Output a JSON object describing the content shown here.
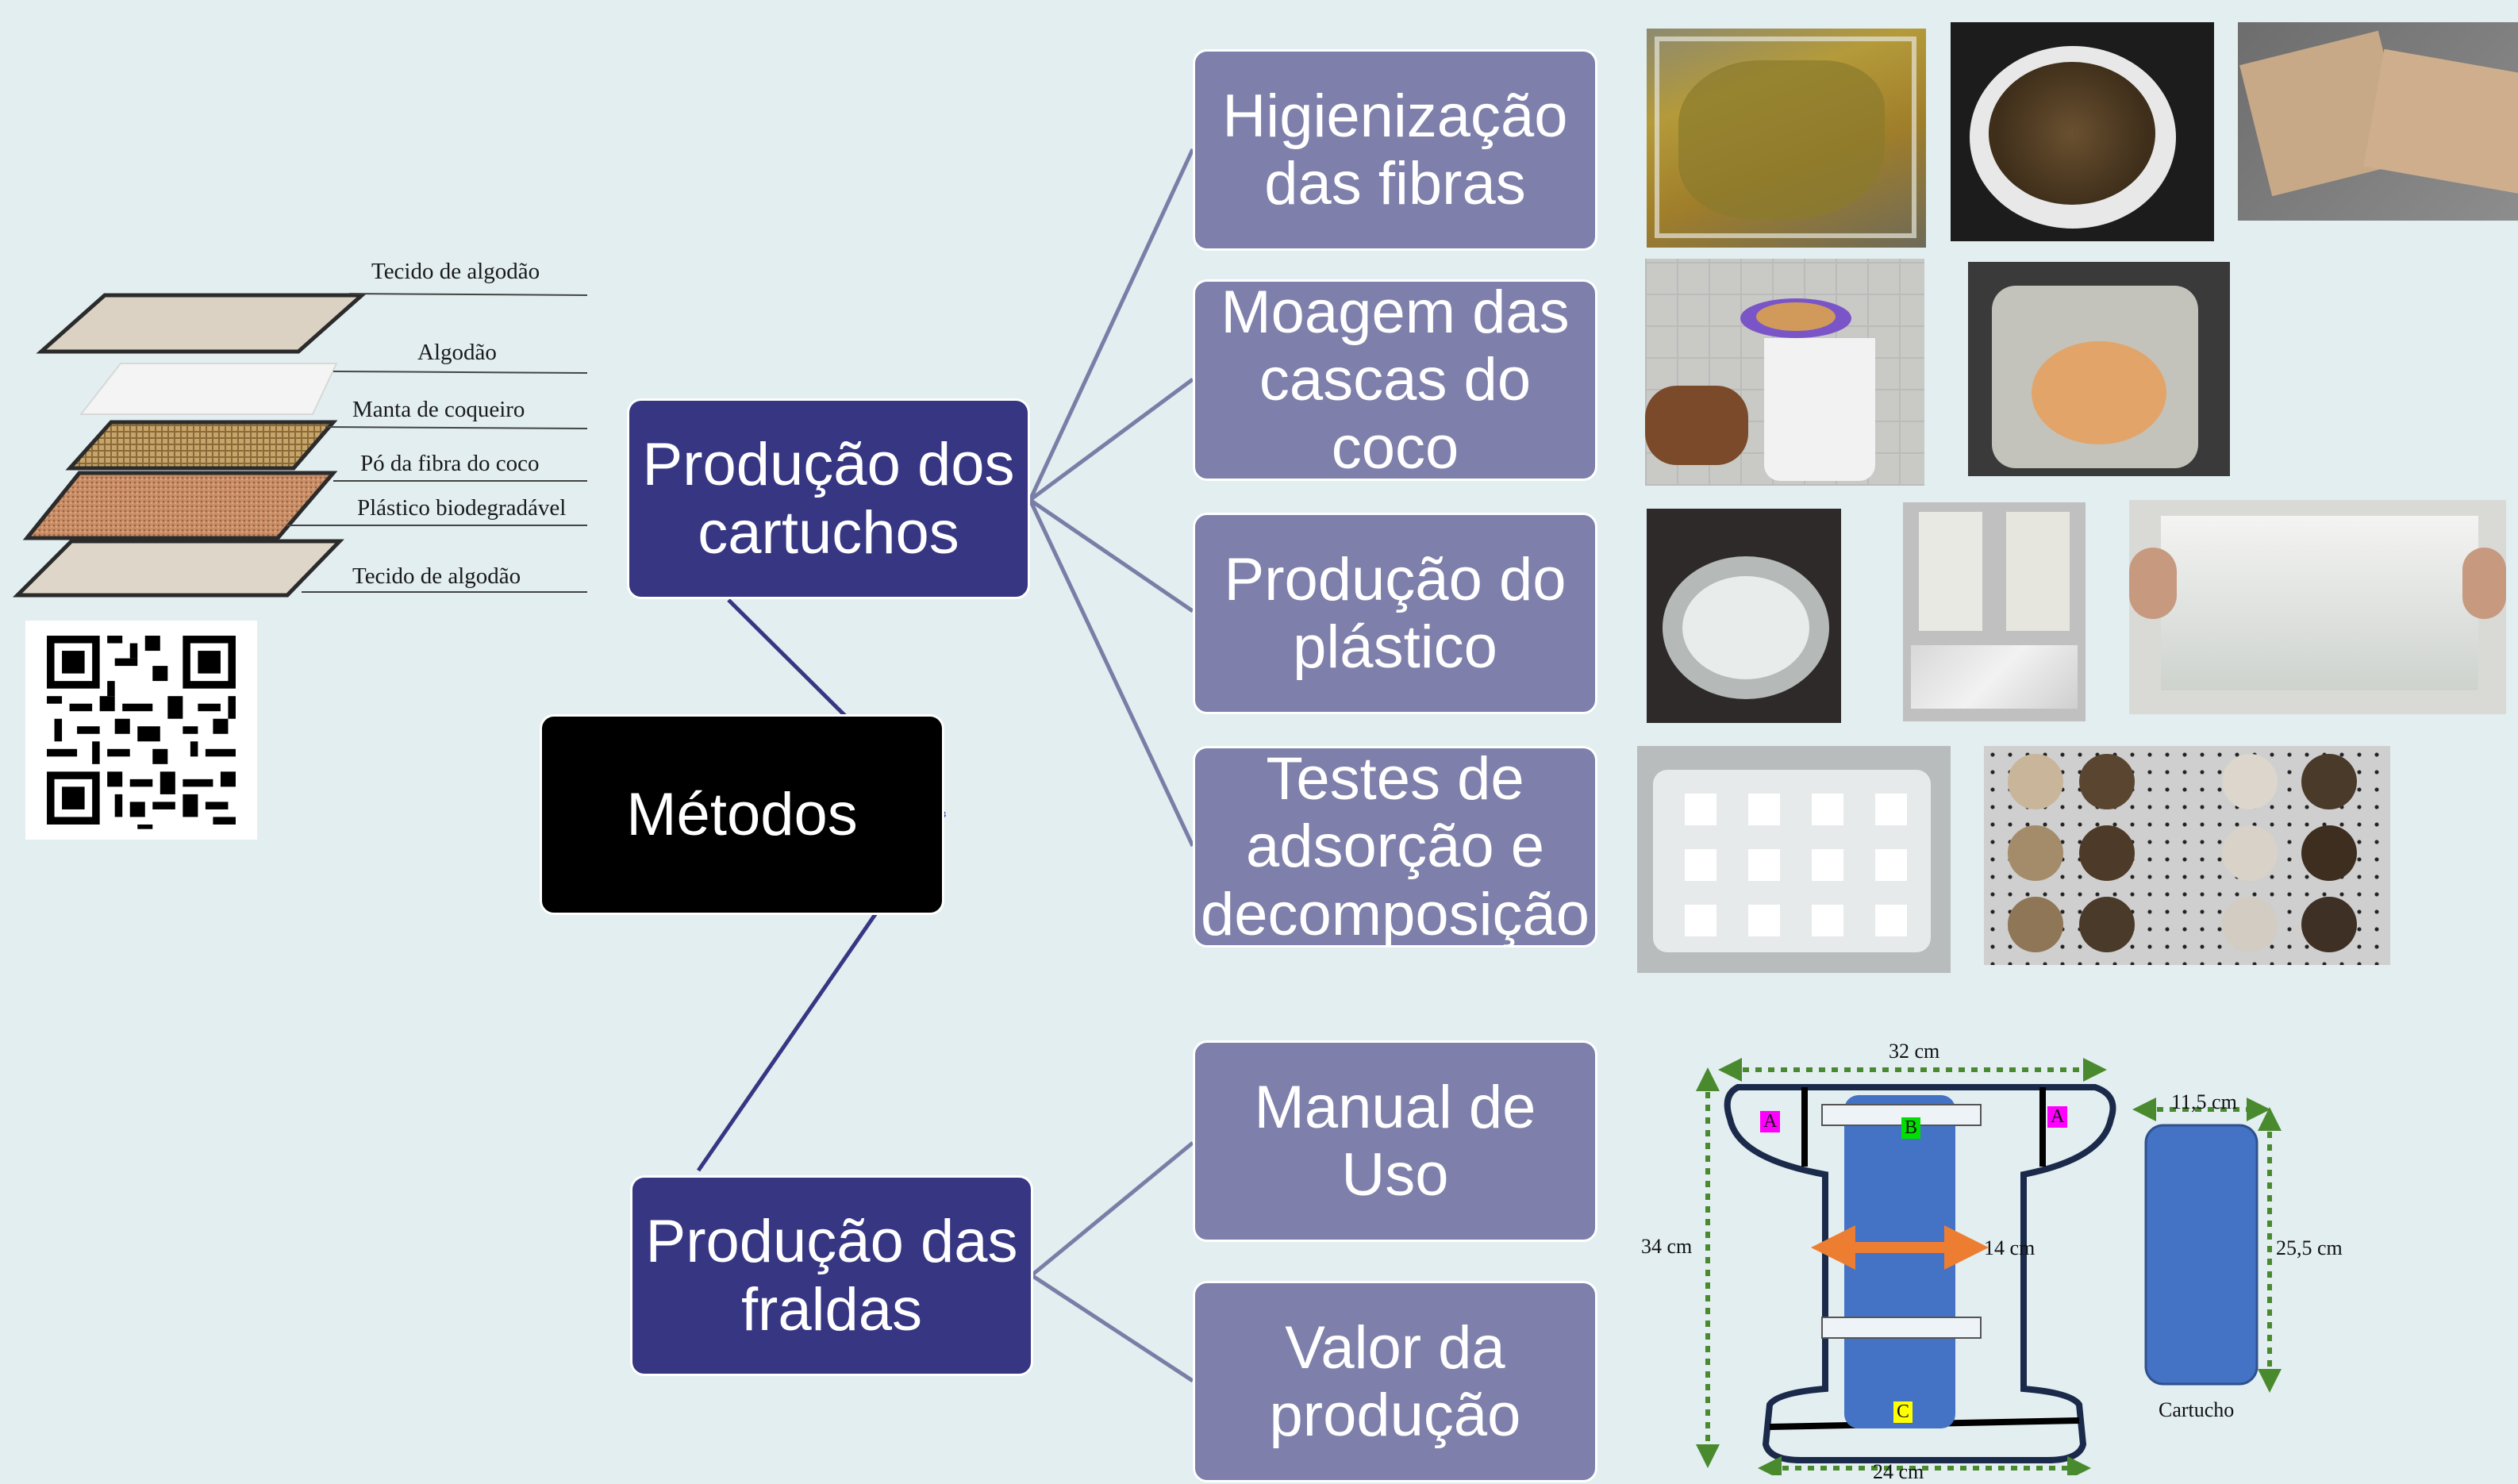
{
  "layers": {
    "labels": [
      "Tecido de algodão",
      "Algodão",
      "Manta de coqueiro",
      "Pó da fibra do coco",
      "Plástico biodegradável",
      "Tecido de algodão"
    ]
  },
  "center": {
    "label": "Métodos"
  },
  "branches": {
    "cartuchos": "Produção  dos\ncartuchos",
    "fraldas": "Produção das\nfraldas"
  },
  "steps": {
    "higienizacao": "Higienização\ndas fibras",
    "moagem": "Moagem das\ncascas do\ncoco",
    "plastico": "Produção do\nplástico",
    "testes": "Testes de\nadsorção e\ndecomposição",
    "manual": "Manual de\nUso",
    "valor": "Valor da\nprodução"
  },
  "diaper": {
    "width_top": "32 cm",
    "height": "34 cm",
    "inner_width": "14 cm",
    "width_bottom": "24 cm",
    "zone_a": "A",
    "zone_b": "B",
    "zone_c": "C"
  },
  "cartridge": {
    "width": "11,5 cm",
    "height": "25,5 cm",
    "caption": "Cartucho"
  },
  "colors": {
    "background": "#e2eef0",
    "step_box": "#7e7faa",
    "branch_box": "#363683",
    "center_box": "#000000",
    "connector": "#363683",
    "cartridge_fill": "#4472c4",
    "dimension_arrow": "#4a8a2e",
    "width_arrow": "#ed7d31"
  }
}
